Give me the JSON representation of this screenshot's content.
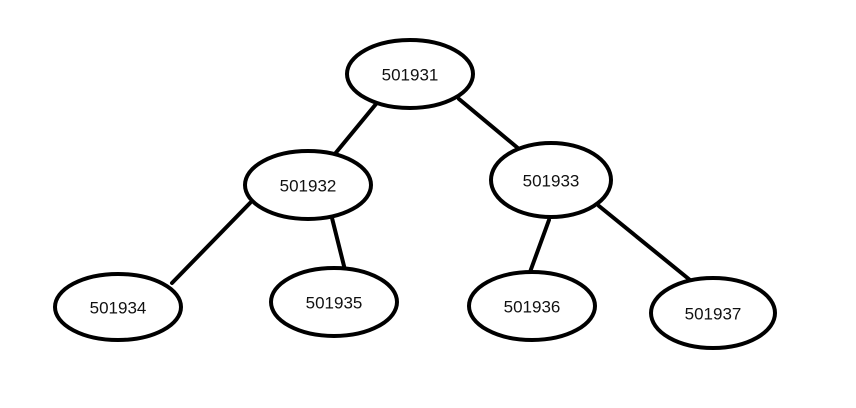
{
  "tree": {
    "root": {
      "label": "501931",
      "children": [
        {
          "label": "501932",
          "children": [
            {
              "label": "501934",
              "children": []
            },
            {
              "label": "501935",
              "children": []
            }
          ]
        },
        {
          "label": "501933",
          "children": [
            {
              "label": "501936",
              "children": []
            },
            {
              "label": "501937",
              "children": []
            }
          ]
        }
      ]
    }
  },
  "colors": {
    "stroke": "#000000",
    "fill": "#ffffff",
    "text": "#111111"
  }
}
